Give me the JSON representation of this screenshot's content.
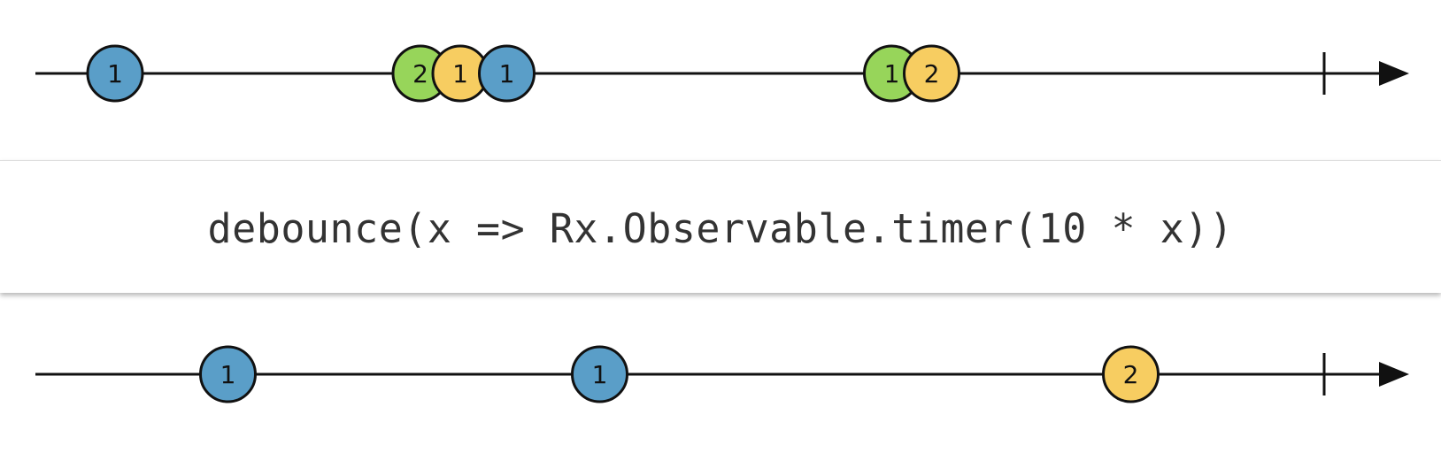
{
  "colors": {
    "line": "#111111",
    "marble_blue": "#5a9ec8",
    "marble_green": "#97d55a",
    "marble_yellow": "#f7cd61"
  },
  "operator": {
    "label": "debounce(x => Rx.Observable.timer(10 * x))"
  },
  "input_timeline": {
    "end_marker": "complete",
    "marbles": [
      {
        "label": "1",
        "color": "blue",
        "time": 0.06
      },
      {
        "label": "2",
        "color": "green",
        "time": 0.29
      },
      {
        "label": "1",
        "color": "yellow",
        "time": 0.32
      },
      {
        "label": "1",
        "color": "blue",
        "time": 0.355
      },
      {
        "label": "1",
        "color": "green",
        "time": 0.645
      },
      {
        "label": "2",
        "color": "yellow",
        "time": 0.675
      }
    ]
  },
  "output_timeline": {
    "end_marker": "complete",
    "marbles": [
      {
        "label": "1",
        "color": "blue",
        "time": 0.145
      },
      {
        "label": "1",
        "color": "blue",
        "time": 0.425
      },
      {
        "label": "2",
        "color": "yellow",
        "time": 0.825
      }
    ]
  }
}
